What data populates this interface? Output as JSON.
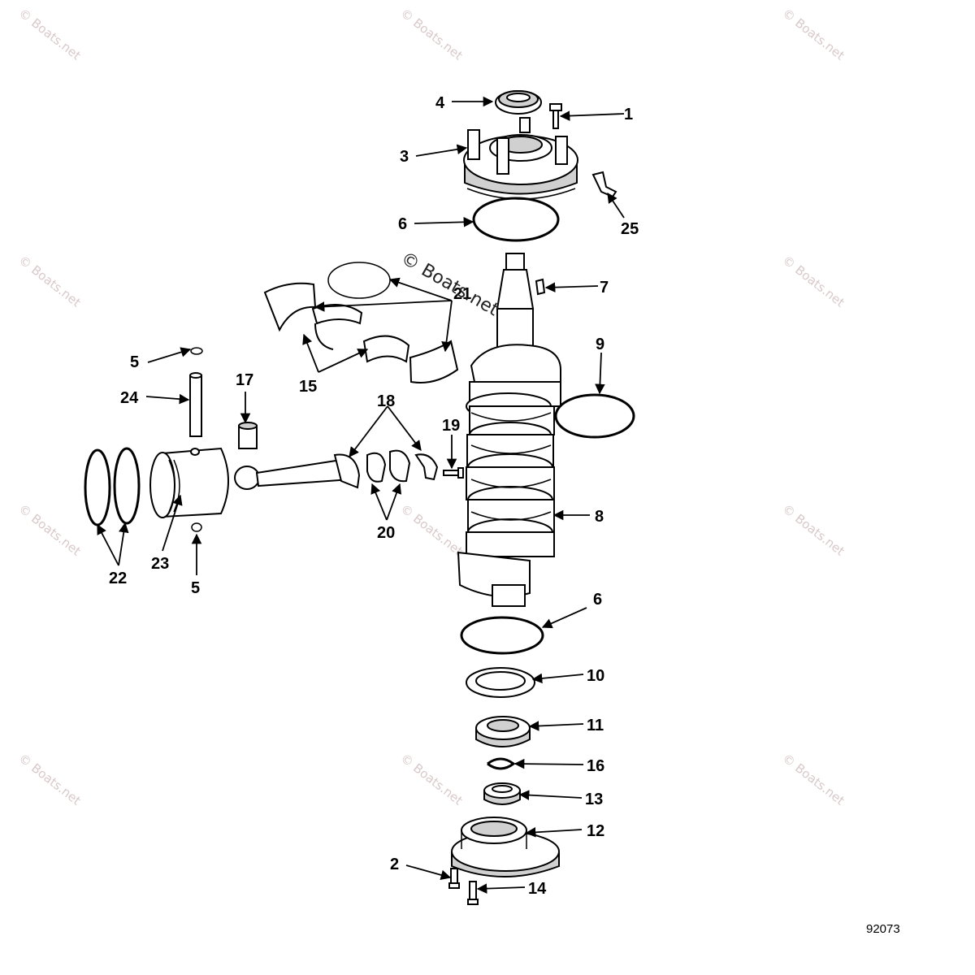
{
  "watermark": "© Boats.net",
  "drawing_number": "92073",
  "callouts": {
    "c1": "1",
    "c2": "2",
    "c3": "3",
    "c4": "4",
    "c5_top": "5",
    "c5_bottom": "5",
    "c6_top": "6",
    "c6_bottom": "6",
    "c7": "7",
    "c8": "8",
    "c9": "9",
    "c10": "10",
    "c11": "11",
    "c12": "12",
    "c13": "13",
    "c14": "14",
    "c15": "15",
    "c16": "16",
    "c17": "17",
    "c18": "18",
    "c19": "19",
    "c20": "20",
    "c21": "21",
    "c22": "22",
    "c23": "23",
    "c24": "24",
    "c25": "25"
  }
}
